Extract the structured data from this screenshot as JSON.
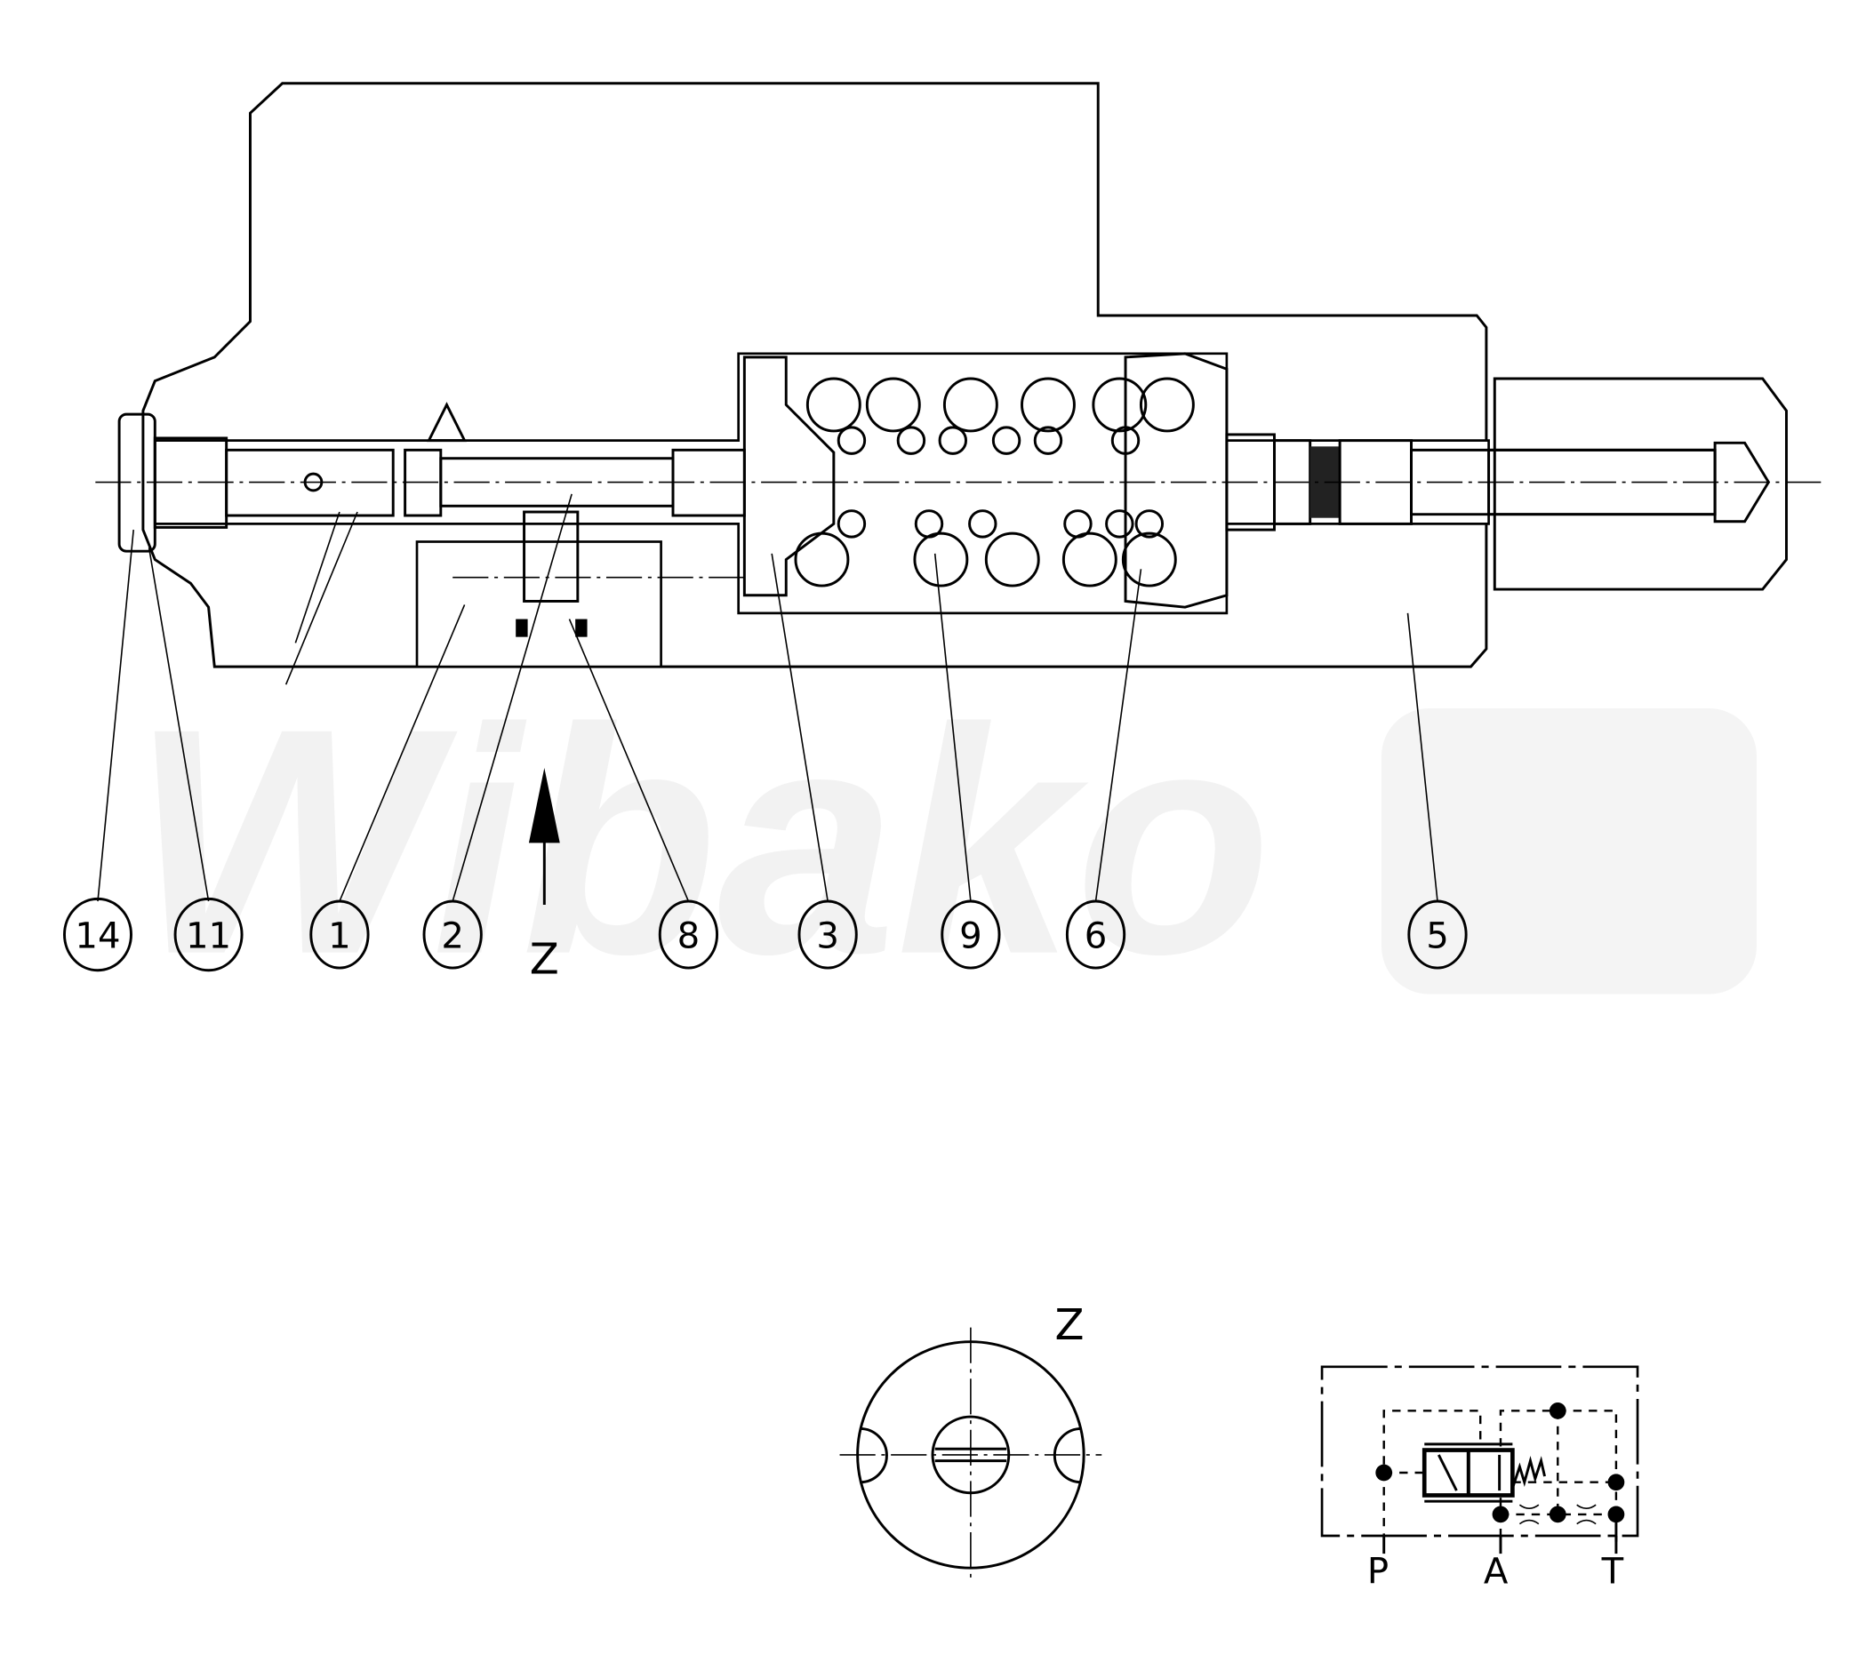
{
  "watermark": "Wibako",
  "balloons": [
    {
      "num": "14"
    },
    {
      "num": "11"
    },
    {
      "num": "1"
    },
    {
      "num": "2"
    },
    {
      "num": "8"
    },
    {
      "num": "3"
    },
    {
      "num": "9"
    },
    {
      "num": "6"
    },
    {
      "num": "5"
    }
  ],
  "view_arrow_label": "Z",
  "view_title": "Z",
  "symbol_ports": {
    "p": "P",
    "a": "A",
    "t": "T"
  }
}
